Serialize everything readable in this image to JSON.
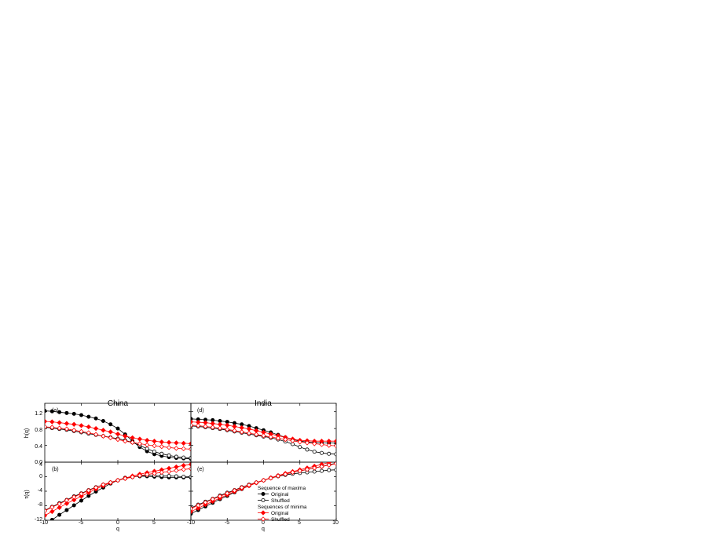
{
  "figure": {
    "column_titles": [
      "China",
      "India"
    ],
    "xlabel": "q",
    "ylabel_top": "h(q)",
    "ylabel_bottom": "τ(q)",
    "panel_labels": [
      "(a)",
      "(b)",
      "(d)",
      "(e)"
    ],
    "x_ticks": [
      "-10",
      "-5",
      "0",
      "5",
      "10"
    ],
    "y_ticks_top": [
      "0.0",
      "0.4",
      "0.8",
      "1.2"
    ],
    "y_ticks_bottom": [
      "-12",
      "-8",
      "-4",
      "0",
      "4"
    ]
  },
  "legend": {
    "header_maxima": "Sequence of maxima",
    "header_minima": "Sequences of minima",
    "entries": [
      {
        "label": "Original",
        "color": "#000000",
        "filled": true,
        "marker": "circle"
      },
      {
        "label": "Shuffled",
        "color": "#000000",
        "filled": false,
        "marker": "circle"
      },
      {
        "label": "Original",
        "color": "#ff0000",
        "filled": true,
        "marker": "diamond"
      },
      {
        "label": "Shuffled",
        "color": "#ff0000",
        "filled": false,
        "marker": "diamond"
      }
    ]
  },
  "chart_data": [
    {
      "panel": "(a)",
      "column": "China",
      "type": "scatter",
      "xlabel": "",
      "ylabel": "h(q)",
      "xlim": [
        -10,
        10
      ],
      "ylim": [
        0.0,
        1.4
      ],
      "series": [
        {
          "name": "Sequence of maxima — Original",
          "color": "#000000",
          "marker": "circle",
          "filled": true,
          "x": [
            -10,
            -9,
            -8,
            -7,
            -6,
            -5,
            -4,
            -3,
            -2,
            -1,
            0,
            1,
            2,
            3,
            4,
            5,
            6,
            7,
            8,
            9,
            10
          ],
          "y": [
            1.22,
            1.21,
            1.19,
            1.17,
            1.15,
            1.12,
            1.08,
            1.04,
            0.98,
            0.9,
            0.8,
            0.66,
            0.5,
            0.36,
            0.26,
            0.19,
            0.15,
            0.12,
            0.1,
            0.09,
            0.08
          ]
        },
        {
          "name": "Sequence of maxima — Shuffled",
          "color": "#000000",
          "marker": "circle",
          "filled": false,
          "x": [
            -10,
            -9,
            -8,
            -7,
            -6,
            -5,
            -4,
            -3,
            -2,
            -1,
            0,
            1,
            2,
            3,
            4,
            5,
            6,
            7,
            8,
            9,
            10
          ],
          "y": [
            0.83,
            0.81,
            0.79,
            0.77,
            0.74,
            0.71,
            0.68,
            0.65,
            0.62,
            0.59,
            0.56,
            0.52,
            0.47,
            0.4,
            0.32,
            0.25,
            0.2,
            0.16,
            0.13,
            0.11,
            0.1
          ]
        },
        {
          "name": "Sequences of minima — Original",
          "color": "#ff0000",
          "marker": "diamond",
          "filled": true,
          "x": [
            -10,
            -9,
            -8,
            -7,
            -6,
            -5,
            -4,
            -3,
            -2,
            -1,
            0,
            1,
            2,
            3,
            4,
            5,
            6,
            7,
            8,
            9,
            10
          ],
          "y": [
            0.97,
            0.96,
            0.94,
            0.92,
            0.9,
            0.87,
            0.84,
            0.8,
            0.76,
            0.72,
            0.67,
            0.62,
            0.58,
            0.55,
            0.52,
            0.5,
            0.48,
            0.47,
            0.46,
            0.45,
            0.44
          ]
        },
        {
          "name": "Sequences of minima — Shuffled",
          "color": "#ff0000",
          "marker": "diamond",
          "filled": false,
          "x": [
            -10,
            -9,
            -8,
            -7,
            -6,
            -5,
            -4,
            -3,
            -2,
            -1,
            0,
            1,
            2,
            3,
            4,
            5,
            6,
            7,
            8,
            9,
            10
          ],
          "y": [
            0.84,
            0.83,
            0.81,
            0.79,
            0.76,
            0.73,
            0.7,
            0.66,
            0.62,
            0.58,
            0.54,
            0.5,
            0.47,
            0.44,
            0.41,
            0.39,
            0.37,
            0.35,
            0.33,
            0.32,
            0.31
          ]
        }
      ]
    },
    {
      "panel": "(b)",
      "column": "China",
      "type": "scatter",
      "xlabel": "q",
      "ylabel": "τ(q)",
      "xlim": [
        -10,
        10
      ],
      "ylim": [
        -12,
        4
      ],
      "series": [
        {
          "name": "Sequence of maxima — Original",
          "color": "#000000",
          "marker": "circle",
          "filled": true,
          "x": [
            -10,
            -9,
            -8,
            -7,
            -6,
            -5,
            -4,
            -3,
            -2,
            -1,
            0,
            1,
            2,
            3,
            4,
            5,
            6,
            7,
            8,
            9,
            10
          ],
          "y": [
            -13.2,
            -11.9,
            -10.5,
            -9.2,
            -7.9,
            -6.6,
            -5.3,
            -4.1,
            -3.0,
            -1.9,
            -1.0,
            -0.3,
            0.0,
            0.1,
            0.1,
            0.0,
            -0.1,
            -0.2,
            -0.2,
            -0.2,
            -0.2
          ]
        },
        {
          "name": "Sequence of maxima — Shuffled",
          "color": "#000000",
          "marker": "circle",
          "filled": false,
          "x": [
            -10,
            -9,
            -8,
            -7,
            -6,
            -5,
            -4,
            -3,
            -2,
            -1,
            0,
            1,
            2,
            3,
            4,
            5,
            6,
            7,
            8,
            9,
            10
          ],
          "y": [
            -9.3,
            -8.3,
            -7.3,
            -6.4,
            -5.4,
            -4.6,
            -3.7,
            -2.9,
            -2.2,
            -1.6,
            -1.0,
            -0.5,
            -0.1,
            0.2,
            0.3,
            0.3,
            0.3,
            0.2,
            0.1,
            0.0,
            0.0
          ]
        },
        {
          "name": "Sequences of minima — Original",
          "color": "#ff0000",
          "marker": "diamond",
          "filled": true,
          "x": [
            -10,
            -9,
            -8,
            -7,
            -6,
            -5,
            -4,
            -3,
            -2,
            -1,
            0,
            1,
            2,
            3,
            4,
            5,
            6,
            7,
            8,
            9,
            10
          ],
          "y": [
            -10.7,
            -9.6,
            -8.5,
            -7.4,
            -6.4,
            -5.4,
            -4.4,
            -3.4,
            -2.5,
            -1.7,
            -1.0,
            -0.4,
            0.2,
            0.7,
            1.1,
            1.5,
            1.9,
            2.3,
            2.7,
            3.1,
            3.4
          ]
        },
        {
          "name": "Sequences of minima — Shuffled",
          "color": "#ff0000",
          "marker": "diamond",
          "filled": false,
          "x": [
            -10,
            -9,
            -8,
            -7,
            -6,
            -5,
            -4,
            -3,
            -2,
            -1,
            0,
            1,
            2,
            3,
            4,
            5,
            6,
            7,
            8,
            9,
            10
          ],
          "y": [
            -9.4,
            -8.4,
            -7.5,
            -6.5,
            -5.6,
            -4.7,
            -3.8,
            -3.0,
            -2.2,
            -1.6,
            -1.0,
            -0.5,
            -0.1,
            0.3,
            0.6,
            0.9,
            1.2,
            1.4,
            1.7,
            2.0,
            2.2
          ]
        }
      ]
    },
    {
      "panel": "(d)",
      "column": "India",
      "type": "scatter",
      "xlabel": "",
      "ylabel": "h(q)",
      "xlim": [
        -10,
        10
      ],
      "ylim": [
        0.0,
        1.4
      ],
      "series": [
        {
          "name": "Sequence of maxima — Original",
          "color": "#000000",
          "marker": "circle",
          "filled": true,
          "x": [
            -10,
            -9,
            -8,
            -7,
            -6,
            -5,
            -4,
            -3,
            -2,
            -1,
            0,
            1,
            2,
            3,
            4,
            5,
            6,
            7,
            8,
            9,
            10
          ],
          "y": [
            1.03,
            1.02,
            1.01,
            1.0,
            0.98,
            0.96,
            0.93,
            0.9,
            0.86,
            0.81,
            0.76,
            0.71,
            0.65,
            0.59,
            0.54,
            0.5,
            0.48,
            0.47,
            0.46,
            0.46,
            0.45
          ]
        },
        {
          "name": "Sequence of maxima — Shuffled",
          "color": "#000000",
          "marker": "circle",
          "filled": false,
          "x": [
            -10,
            -9,
            -8,
            -7,
            -6,
            -5,
            -4,
            -3,
            -2,
            -1,
            0,
            1,
            2,
            3,
            4,
            5,
            6,
            7,
            8,
            9,
            10
          ],
          "y": [
            0.86,
            0.85,
            0.83,
            0.81,
            0.79,
            0.76,
            0.73,
            0.7,
            0.67,
            0.64,
            0.61,
            0.58,
            0.54,
            0.49,
            0.43,
            0.36,
            0.3,
            0.25,
            0.22,
            0.2,
            0.19
          ]
        },
        {
          "name": "Sequences of minima — Original",
          "color": "#ff0000",
          "marker": "diamond",
          "filled": true,
          "x": [
            -10,
            -9,
            -8,
            -7,
            -6,
            -5,
            -4,
            -3,
            -2,
            -1,
            0,
            1,
            2,
            3,
            4,
            5,
            6,
            7,
            8,
            9,
            10
          ],
          "y": [
            0.96,
            0.95,
            0.94,
            0.92,
            0.9,
            0.88,
            0.85,
            0.82,
            0.79,
            0.75,
            0.71,
            0.67,
            0.63,
            0.59,
            0.55,
            0.52,
            0.51,
            0.5,
            0.5,
            0.5,
            0.5
          ]
        },
        {
          "name": "Sequences of minima — Shuffled",
          "color": "#ff0000",
          "marker": "diamond",
          "filled": false,
          "x": [
            -10,
            -9,
            -8,
            -7,
            -6,
            -5,
            -4,
            -3,
            -2,
            -1,
            0,
            1,
            2,
            3,
            4,
            5,
            6,
            7,
            8,
            9,
            10
          ],
          "y": [
            0.88,
            0.87,
            0.85,
            0.83,
            0.81,
            0.78,
            0.75,
            0.72,
            0.69,
            0.66,
            0.63,
            0.6,
            0.57,
            0.54,
            0.51,
            0.48,
            0.46,
            0.44,
            0.42,
            0.4,
            0.39
          ]
        }
      ]
    },
    {
      "panel": "(e)",
      "column": "India",
      "type": "scatter",
      "xlabel": "q",
      "ylabel": "τ(q)",
      "xlim": [
        -10,
        10
      ],
      "ylim": [
        -12,
        4
      ],
      "series": [
        {
          "name": "Sequence of maxima — Original",
          "color": "#000000",
          "marker": "circle",
          "filled": true,
          "x": [
            -10,
            -9,
            -8,
            -7,
            -6,
            -5,
            -4,
            -3,
            -2,
            -1,
            0,
            1,
            2,
            3,
            4,
            5,
            6,
            7,
            8,
            9,
            10
          ],
          "y": [
            -10.2,
            -9.2,
            -8.2,
            -7.2,
            -6.2,
            -5.3,
            -4.3,
            -3.4,
            -2.5,
            -1.7,
            -1.0,
            -0.3,
            0.3,
            0.8,
            1.2,
            1.6,
            2.0,
            2.4,
            2.8,
            3.3,
            3.7
          ]
        },
        {
          "name": "Sequence of maxima — Shuffled",
          "color": "#000000",
          "marker": "circle",
          "filled": false,
          "x": [
            -10,
            -9,
            -8,
            -7,
            -6,
            -5,
            -4,
            -3,
            -2,
            -1,
            0,
            1,
            2,
            3,
            4,
            5,
            6,
            7,
            8,
            9,
            10
          ],
          "y": [
            -8.6,
            -7.7,
            -6.9,
            -6.1,
            -5.2,
            -4.4,
            -3.7,
            -2.9,
            -2.2,
            -1.6,
            -1.0,
            -0.4,
            0.1,
            0.5,
            0.8,
            1.0,
            1.2,
            1.4,
            1.6,
            1.8,
            1.9
          ]
        },
        {
          "name": "Sequences of minima — Original",
          "color": "#ff0000",
          "marker": "diamond",
          "filled": true,
          "x": [
            -10,
            -9,
            -8,
            -7,
            -6,
            -5,
            -4,
            -3,
            -2,
            -1,
            0,
            1,
            2,
            3,
            4,
            5,
            6,
            7,
            8,
            9,
            10
          ],
          "y": [
            -9.6,
            -8.7,
            -7.7,
            -6.8,
            -5.9,
            -5.0,
            -4.1,
            -3.3,
            -2.5,
            -1.7,
            -1.0,
            -0.3,
            0.3,
            0.9,
            1.4,
            1.9,
            2.4,
            2.9,
            3.4,
            3.9,
            4.4
          ]
        },
        {
          "name": "Sequences of minima — Shuffled",
          "color": "#ff0000",
          "marker": "diamond",
          "filled": false,
          "x": [
            -10,
            -9,
            -8,
            -7,
            -6,
            -5,
            -4,
            -3,
            -2,
            -1,
            0,
            1,
            2,
            3,
            4,
            5,
            6,
            7,
            8,
            9,
            10
          ],
          "y": [
            -8.8,
            -7.9,
            -7.1,
            -6.2,
            -5.4,
            -4.6,
            -3.8,
            -3.0,
            -2.3,
            -1.6,
            -1.0,
            -0.4,
            0.2,
            0.7,
            1.2,
            1.6,
            2.0,
            2.4,
            2.8,
            3.2,
            3.6
          ]
        }
      ]
    }
  ]
}
